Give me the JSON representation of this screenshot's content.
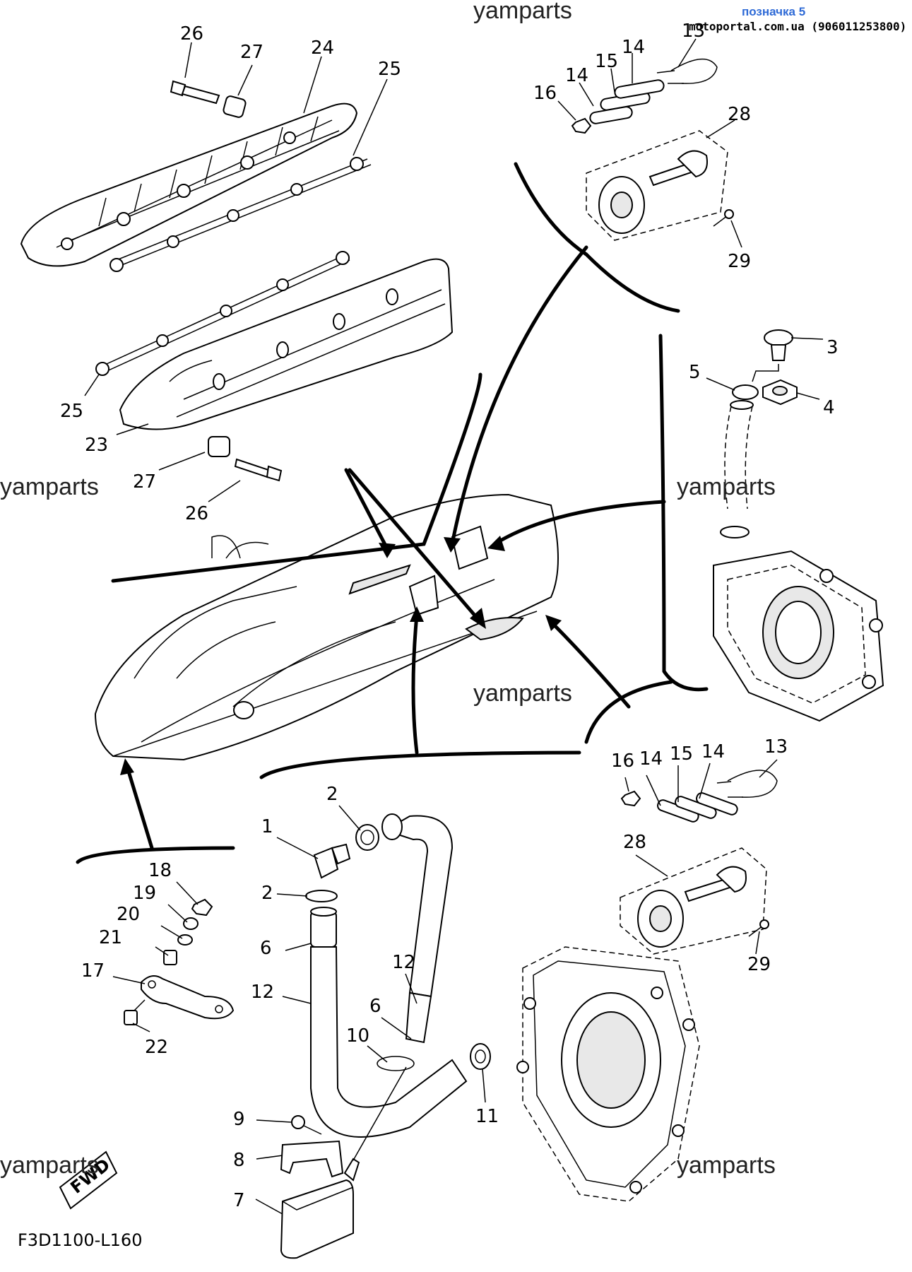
{
  "header": {
    "watermark_top": "yamparts",
    "badge": "позначка 5",
    "site": "motoportal.com.ua (906011253800)"
  },
  "watermarks": [
    "yamparts",
    "yamparts",
    "yamparts",
    "yamparts",
    "yamparts"
  ],
  "footer": {
    "code": "F3D1100-L160",
    "fwd": "FWD"
  },
  "callouts": {
    "c26a": "26",
    "c27a": "27",
    "c24": "24",
    "c25a": "25",
    "c25b": "25",
    "c23": "23",
    "c27b": "27",
    "c26b": "26",
    "c13a": "13",
    "c14a": "14",
    "c15a": "15",
    "c14b": "14",
    "c16a": "16",
    "c28a": "28",
    "c29a": "29",
    "c3": "3",
    "c5": "5",
    "c4": "4",
    "c16b": "16",
    "c14c": "14",
    "c15b": "15",
    "c14d": "14",
    "c13b": "13",
    "c28b": "28",
    "c29b": "29",
    "c18": "18",
    "c19": "19",
    "c20": "20",
    "c21": "21",
    "c17": "17",
    "c22": "22",
    "c2a": "2",
    "c1": "1",
    "c2b": "2",
    "c6a": "6",
    "c12a": "12",
    "c12b": "12",
    "c6b": "6",
    "c10": "10",
    "c11": "11",
    "c9": "9",
    "c8": "8",
    "c7": "7"
  }
}
